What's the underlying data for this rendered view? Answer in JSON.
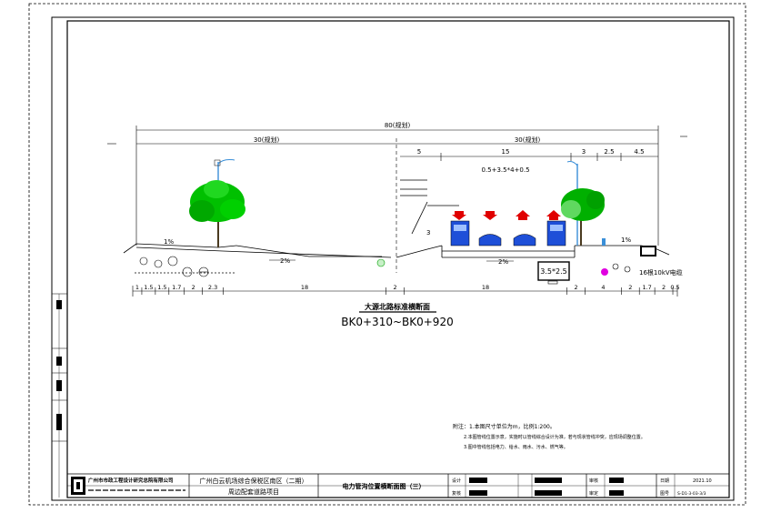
{
  "dims": {
    "top_total": "80(规划)",
    "top_left": "30(规划)",
    "top_right": "30(规划)",
    "right_segments": [
      "5",
      "15",
      "3",
      "2.5",
      "4.5"
    ],
    "lane_formula": "0.5+3.5*4+0.5",
    "small_3": "3",
    "bottom_segments": [
      "1",
      "1.5",
      "1.5",
      "1.7",
      "2",
      "2.3",
      "18",
      "2",
      "18",
      "2",
      "4",
      "2",
      "1.7",
      "2",
      "0.5"
    ]
  },
  "slopes": {
    "left_sidewalk": "1%",
    "left_road": "2%",
    "right_road": "2%",
    "right_sidewalk": "1%"
  },
  "section": {
    "title": "大源北路标准横断面",
    "chainage": "BK0+310~BK0+920"
  },
  "pipes": {
    "duct": "3.5*2.5",
    "power_note": "16根10kV电缆"
  },
  "notes": {
    "line1": "附注：1.本图尺寸单位为m，比例1:200。",
    "line2": "2.本图管线位置示意，实施时以管线综合设计为准，若与现状管线冲突，应现场调整位置。",
    "line3": "3.图中管线包括电力、给水、雨水、污水、燃气等。"
  },
  "title_block": {
    "company": "广州市市政工程设计研究总院有限公司",
    "project_line1": "广州白云机场综合保税区南区（二期）",
    "project_line2": "周边配套道路项目",
    "drawing_title": "电力管沟位置横断面图（三）",
    "label_design": "设计",
    "label_check": "复核",
    "label_review": "审核",
    "label_approve": "审定",
    "label_date": "日期",
    "label_no": "图号",
    "date": "2021.10",
    "drawing_no": "S-D1-3-03-3/3"
  },
  "colors": {
    "frame": "#000000",
    "tree": "#00c000",
    "vehicle": "#1e4fd8",
    "arrow": "#e00000",
    "pipe_green": "#00a000",
    "pipe_magenta": "#e000e0",
    "light_pole": "#3a8fd8"
  }
}
